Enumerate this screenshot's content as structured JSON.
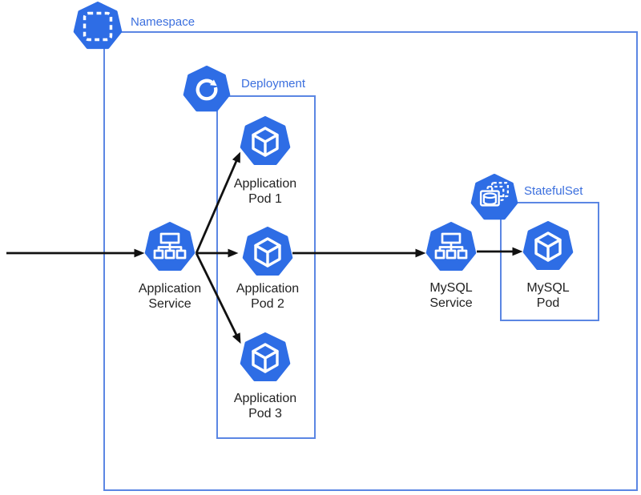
{
  "diagram": {
    "namespace": {
      "label": "Namespace",
      "icon": "namespace-icon"
    },
    "deployment": {
      "label": "Deployment",
      "icon": "deployment-icon"
    },
    "statefulset": {
      "label": "StatefulSet",
      "icon": "statefulset-icon"
    },
    "nodes": {
      "app_service": {
        "icon": "service-icon",
        "line1": "Application",
        "line2": "Service"
      },
      "app_pod_1": {
        "icon": "pod-icon",
        "line1": "Application",
        "line2": "Pod 1"
      },
      "app_pod_2": {
        "icon": "pod-icon",
        "line1": "Application",
        "line2": "Pod 2"
      },
      "app_pod_3": {
        "icon": "pod-icon",
        "line1": "Application",
        "line2": "Pod 3"
      },
      "mysql_service": {
        "icon": "service-icon",
        "line1": "MySQL",
        "line2": "Service"
      },
      "mysql_pod": {
        "icon": "pod-icon",
        "line1": "MySQL",
        "line2": "Pod"
      }
    },
    "edges": [
      {
        "from": "external",
        "to": "app_service"
      },
      {
        "from": "app_service",
        "to": "app_pod_1"
      },
      {
        "from": "app_service",
        "to": "app_pod_2"
      },
      {
        "from": "app_service",
        "to": "app_pod_3"
      },
      {
        "from": "app_pod_2",
        "to": "mysql_service"
      },
      {
        "from": "mysql_service",
        "to": "mysql_pod"
      }
    ],
    "colors": {
      "icon_blue": "#2E6DE5",
      "box_border_blue": "#5B86E3",
      "group_label_blue": "#3B6FDE",
      "node_label": "#222222",
      "arrow": "#111111",
      "background": "#FFFFFF"
    }
  }
}
